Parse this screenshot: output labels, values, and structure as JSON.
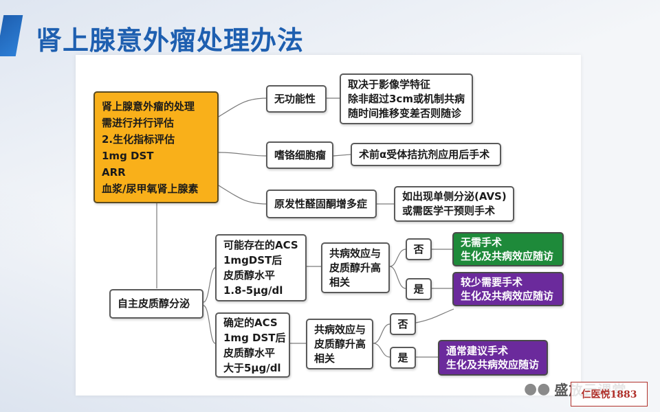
{
  "title": "肾上腺意外瘤处理办法",
  "root": {
    "lines": [
      "肾上腺意外瘤的处理",
      "需进行并行评估",
      "2.生化指标评估",
      "1mg DST",
      "ARR",
      "血浆/尿甲氧肾上腺素"
    ]
  },
  "branch1": {
    "label": "无功能性",
    "detail": [
      "取决于影像学特征",
      "除非超过3cm或机制共病",
      "随时间推移变差否则随诊"
    ]
  },
  "branch2": {
    "label": "嗜铬细胞瘤",
    "detail": [
      "术前α受体拮抗剂应用后手术"
    ]
  },
  "branch3": {
    "label": "原发性醛固酮增多症",
    "detail": [
      "如出现单侧分泌(AVS)",
      "或需医学干预则手术"
    ]
  },
  "cortisol": {
    "label": "自主皮质醇分泌",
    "possible": [
      "可能存在的ACS",
      "1mgDST后",
      "皮质醇水平",
      "1.8-5μg/dl"
    ],
    "possible_effect": [
      "共病效应与",
      "皮质醇升高",
      "相关"
    ],
    "possible_no": "否",
    "possible_yes": "是",
    "possible_no_result": [
      "无需手术",
      "生化及共病效应随访"
    ],
    "possible_yes_result": [
      "较少需要手术",
      "生化及共病效应随访"
    ],
    "confirmed": [
      "确定的ACS",
      "1mg DST后",
      "皮质醇水平",
      "大于5μg/dl"
    ],
    "confirmed_effect": [
      "共病效应与",
      "皮质醇升高",
      "相关"
    ],
    "confirmed_no": "否",
    "confirmed_yes": "是",
    "confirmed_yes_result": [
      "通常建议手术",
      "生化及共病效应随访"
    ]
  },
  "watermark": {
    "text": "盛放云课堂",
    "logo": "仁医悦1883"
  },
  "colors": {
    "title": "#1e5fb0",
    "root": "#f9b01a",
    "green": "#1e8a3a",
    "purple": "#6b2a9c"
  }
}
